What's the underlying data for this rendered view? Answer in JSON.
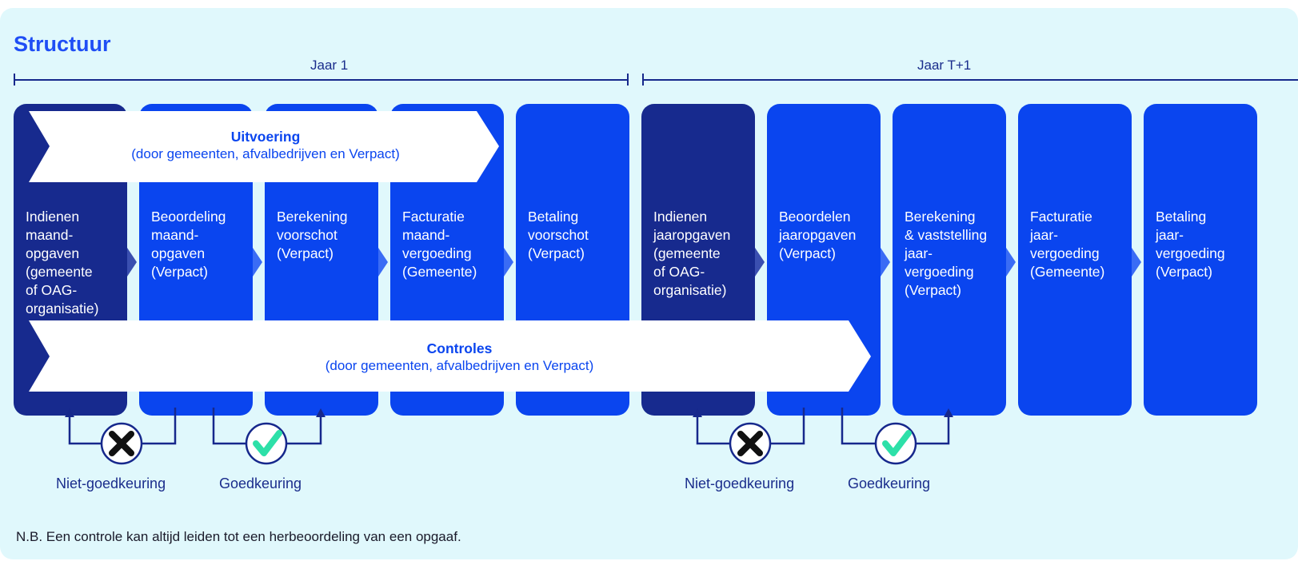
{
  "title": "Structuur",
  "periods": [
    {
      "label": "Jaar 1"
    },
    {
      "label": "Jaar T+1"
    }
  ],
  "steps": [
    {
      "label": "Indienen\nmaand-\nopgaven\n(gemeente\nof OAG-\norganisatie)",
      "style": "dark"
    },
    {
      "label": "Beoordeling\nmaand-\nopgaven\n(Verpact)",
      "style": "bright"
    },
    {
      "label": "Berekening\nvoorschot\n(Verpact)",
      "style": "bright"
    },
    {
      "label": "Facturatie\nmaand-\nvergoeding\n(Gemeente)",
      "style": "bright"
    },
    {
      "label": "Betaling\nvoorschot\n(Verpact)",
      "style": "bright"
    },
    {
      "label": "Indienen\njaaropgaven\n(gemeente\nof OAG-\norganisatie)",
      "style": "dark"
    },
    {
      "label": "Beoordelen\njaaropgaven\n(Verpact)",
      "style": "bright"
    },
    {
      "label": "Berekening\n& vaststelling\njaar-\nvergoeding\n(Verpact)",
      "style": "bright"
    },
    {
      "label": "Facturatie\njaar-\nvergoeding\n(Gemeente)",
      "style": "bright"
    },
    {
      "label": "Betaling\njaar-\nvergoeding\n(Verpact)",
      "style": "bright"
    }
  ],
  "banners": {
    "execution": {
      "title": "Uitvoering",
      "subtitle": "(door gemeenten, afvalbedrijven en Verpact)"
    },
    "controls": {
      "title": "Controles",
      "subtitle": "(door gemeenten, afvalbedrijven en Verpact)"
    }
  },
  "feedback": {
    "rejection_label": "Niet-goedkeuring",
    "approval_label": "Goedkeuring"
  },
  "note": "N.B. Een controle kan altijd leiden tot een herbeoordeling van een opgaaf.",
  "colors": {
    "background": "#e0f8fc",
    "step_dark": "#172a8e",
    "step_bright": "#0a45ef",
    "accent_text": "#0a45ef",
    "approval_check": "#2de0a8"
  }
}
